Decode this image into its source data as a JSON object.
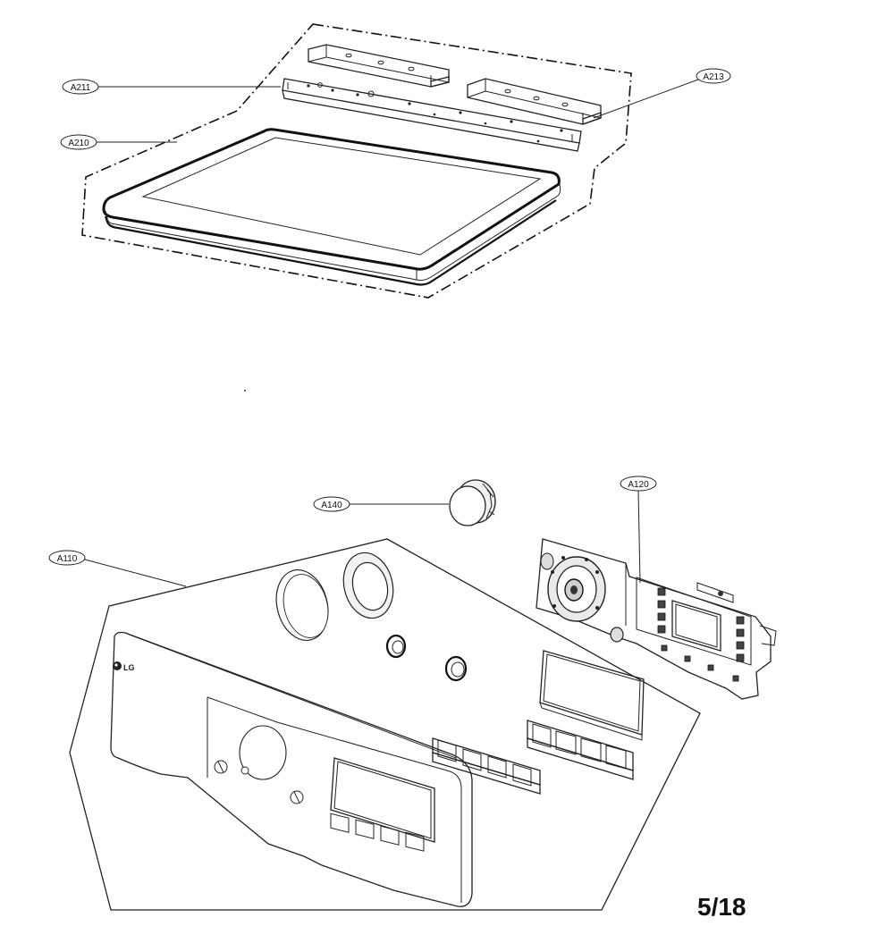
{
  "diagram": {
    "callouts": {
      "a211": "A211",
      "a210": "A210",
      "a213": "A213",
      "a140": "A140",
      "a120": "A120",
      "a110": "A110"
    },
    "page_number": "5/18"
  }
}
